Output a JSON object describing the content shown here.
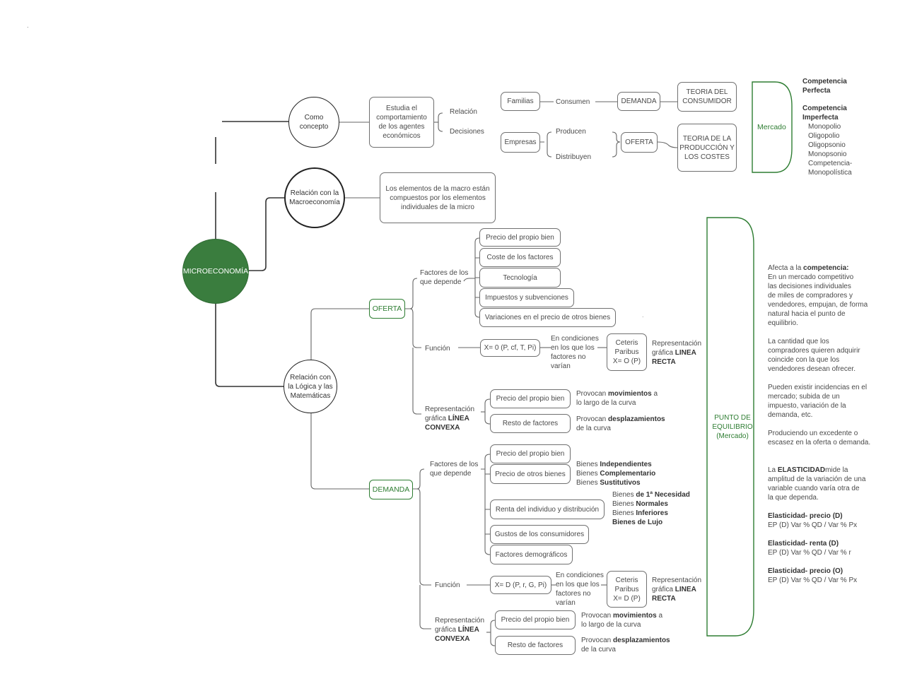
{
  "root": "MICROECONOMÍA",
  "concept": {
    "circle": "Como\nconcepto",
    "box": "Estudia el\ncomportamiento\nde los agentes\neconómicos",
    "relacion": "Relación",
    "decisiones": "Decisiones",
    "familias": "Familias",
    "consumen": "Consumen",
    "demanda": "DEMANDA",
    "teoria_consumidor": "TEORIA DEL\nCONSUMIDOR",
    "empresas": "Empresas",
    "producen": "Producen",
    "distribuyen": "Distribuyen",
    "oferta": "OFERTA",
    "teoria_produccion": "TEORIA DE LA\nPRODUCCIÓN Y\nLOS COSTES",
    "mercado": "Mercado",
    "comp_perfecta": "Competencia\nPerfecta",
    "comp_imperfecta": "Competencia\nImperfecta",
    "imperfecta_items": [
      "Monopolio",
      "Oligopolio",
      "Oligopsonio",
      "Monopsonio",
      "Competencia-",
      "Monopolística"
    ]
  },
  "macro": {
    "circle": "Relación con la\nMacroeconomía",
    "box": "Los elementos de la macro están\ncompuestos por los elementos\nindividuales de la micro"
  },
  "logic": {
    "circle": "Relación con\nla Lógica y las\nMatemáticas"
  },
  "oferta": {
    "label": "OFERTA",
    "factores_label": "Factores de los\nque depende",
    "factores": [
      "Precio del propio bien",
      "Coste de los factores",
      "Tecnología",
      "Impuestos y subvenciones",
      "Variaciones en el precio de otros bienes"
    ],
    "funcion_label": "Función",
    "funcion": "X= 0 (P, cf, T, Pi)",
    "condiciones": "En condiciones\nen los que los\nfactores no\nvarían",
    "ceteris": "Ceteris\nParibus\nX= O (P)",
    "rep_recta_1": "Representación",
    "rep_recta_2": "gráfica",
    "rep_recta_bold_1": "LINEA",
    "rep_recta_bold_2": "RECTA",
    "rep_label_1": "Representación",
    "rep_label_2": "gráfica",
    "rep_label_bold_1": "LÍNEA",
    "rep_label_bold_2": "CONVEXA",
    "precio": "Precio del propio bien",
    "resto": "Resto de factores",
    "provocan_mov_1": "Provocan",
    "provocan_mov_bold": "movimientos",
    "provocan_mov_2": "a",
    "provocan_mov_3": "lo largo de la curva",
    "provocan_desp_1": "Provocan",
    "provocan_desp_bold": "desplazamientos",
    "provocan_desp_2": "de la curva"
  },
  "demanda": {
    "label": "DEMANDA",
    "factores_label": "Factores de los\nque depende",
    "factores": [
      "Precio del propio bien",
      "Precio de otros bienes",
      "Renta del individuo y distribución",
      "Gustos de los consumidores",
      "Factores demográficos"
    ],
    "bienes_prefix": "Bienes",
    "bienes_a": [
      "Independientes",
      "Complementario",
      "Sustitutivos"
    ],
    "bienes_b": [
      "de 1ª Necesidad",
      "Normales",
      "Inferiores"
    ],
    "bienes_lujo": "Bienes de Lujo",
    "funcion_label": "Función",
    "funcion": "X= D (P, r, G, Pi)",
    "condiciones": "En condiciones\nen los que los\nfactores no\nvarían",
    "ceteris": "Ceteris\nParibus\nX= D (P)",
    "rep_recta_1": "Representación",
    "rep_recta_2": "gráfica",
    "rep_recta_bold_1": "LINEA",
    "rep_recta_bold_2": "RECTA",
    "rep_label_1": "Representación",
    "rep_label_2": "gráfica",
    "rep_label_bold_1": "LÍNEA",
    "rep_label_bold_2": "CONVEXA",
    "precio": "Precio del propio bien",
    "resto": "Resto de factores",
    "provocan_mov_1": "Provocan",
    "provocan_mov_bold": "movimientos",
    "provocan_mov_2": "a",
    "provocan_mov_3": "lo largo de la curva",
    "provocan_desp_1": "Provocan",
    "provocan_desp_bold": "desplazamientos",
    "provocan_desp_2": "de la curva"
  },
  "equilibrio": {
    "label": "PUNTO DE\nEQUILIBRIO\n(Mercado)",
    "afecta_1": "Afecta a la",
    "afecta_bold": "competencia:",
    "p1": "En un mercado competitivo\nlas decisiones individuales\nde miles de compradores y\nvendedores, empujan, de forma\nnatural hacia el punto de\nequilibrio.",
    "p2": "La cantidad que los\ncompradores quieren adquirir\ncoincide con la que los\nvendedores desean ofrecer.",
    "p3": "Pueden existir incidencias en el\nmercado; subida de un\nimpuesto, variación de la\ndemanda, etc.",
    "p4": "Produciendo un excedente o\nescasez en la oferta o demanda.",
    "elast_1": "La",
    "elast_bold": "ELASTICIDAD",
    "elast_2": "mide la",
    "elast_rest": "amplitud de la variación de una\nvariable cuando varía otra de\nla que dependa.",
    "e1_title": "Elasticidad- precio (D)",
    "e1_formula": "EP (D) Var % QD / Var % Px",
    "e2_title": "Elasticidad- renta (D)",
    "e2_formula": "EP (D) Var % QD / Var % r",
    "e3_title": "Elasticidad- precio (O)",
    "e3_formula": "EP (D) Var % QD / Var % Px"
  },
  "colors": {
    "accent_green": "#2e7d32",
    "root_fill": "#3a7d3e",
    "line": "#333333",
    "box_border": "#707070"
  }
}
